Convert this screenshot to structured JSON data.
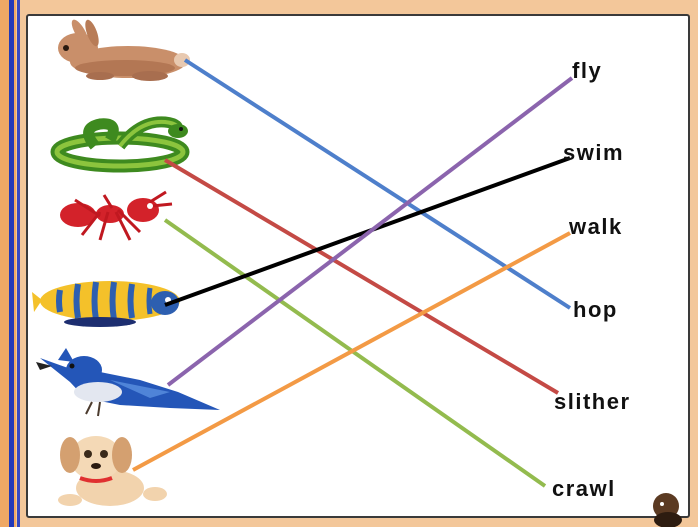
{
  "worksheet": {
    "animals": [
      {
        "icon": "rabbit-icon"
      },
      {
        "icon": "snake-icon"
      },
      {
        "icon": "ant-icon"
      },
      {
        "icon": "fish-icon"
      },
      {
        "icon": "bird-icon"
      },
      {
        "icon": "puppy-icon"
      }
    ],
    "verbs": [
      "fly",
      "swim",
      "walk",
      "hop",
      "slither",
      "crawl"
    ],
    "matches": [
      {
        "animal": 0,
        "verb": 3,
        "color": "#4e7fcb"
      },
      {
        "animal": 1,
        "verb": 4,
        "color": "#c44a45"
      },
      {
        "animal": 2,
        "verb": 5,
        "color": "#93bb4e"
      },
      {
        "animal": 3,
        "verb": 1,
        "color": "#000000"
      },
      {
        "animal": 4,
        "verb": 0,
        "color": "#8b64ad"
      },
      {
        "animal": 5,
        "verb": 2,
        "color": "#f39a45"
      }
    ]
  },
  "colors": {
    "background": "#f3c79a",
    "margin_rule": "#2339b8",
    "paper": "#ffffff"
  }
}
